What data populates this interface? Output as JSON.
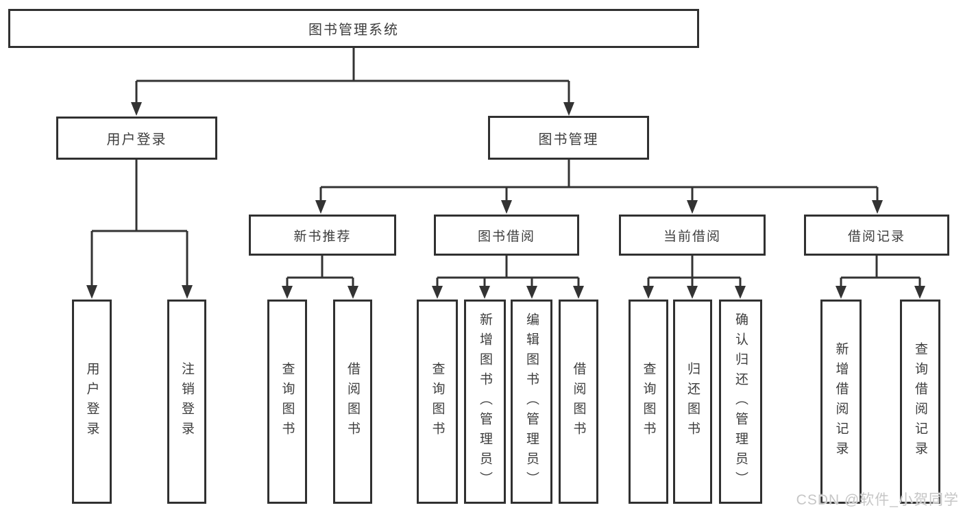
{
  "tree": {
    "root": {
      "label": "图书管理系统"
    },
    "branches": [
      {
        "label": "用户登录",
        "leaves": [
          {
            "label": "用户登录"
          },
          {
            "label": "注销登录"
          }
        ]
      },
      {
        "label": "图书管理",
        "groups": [
          {
            "label": "新书推荐",
            "leaves": [
              {
                "label": "查询图书"
              },
              {
                "label": "借阅图书"
              }
            ]
          },
          {
            "label": "图书借阅",
            "leaves": [
              {
                "label": "查询图书"
              },
              {
                "label": "新增图书（管理员）"
              },
              {
                "label": "编辑图书（管理员）"
              },
              {
                "label": "借阅图书"
              }
            ]
          },
          {
            "label": "当前借阅",
            "leaves": [
              {
                "label": "查询图书"
              },
              {
                "label": "归还图书"
              },
              {
                "label": "确认归还（管理员）"
              }
            ]
          },
          {
            "label": "借阅记录",
            "leaves": [
              {
                "label": "新增借阅记录"
              },
              {
                "label": "查询借阅记录"
              }
            ]
          }
        ]
      }
    ]
  },
  "watermark": {
    "text": "CSDN @软件_小贺同学"
  },
  "colors": {
    "background": "#ffffff",
    "box_border": "#303030",
    "connector": "#333333",
    "text": "#3d3d3d",
    "watermark_text": "#c6c6c6"
  }
}
